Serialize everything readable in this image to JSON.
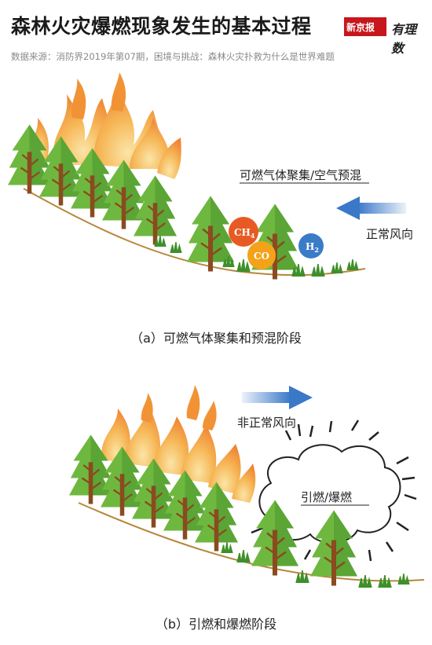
{
  "header": {
    "title": "森林火灾爆燃现象发生的基本过程",
    "logo_box_text": "新京报",
    "logo_script_text": "有理数",
    "source": "数据来源：消防界2019年第07期，困境与挑战：森林火灾扑救为什么是世界难题"
  },
  "panel_a": {
    "label_gas": "可燃气体聚集/空气预混",
    "wind_label": "正常风向",
    "gas_ch4_main": "CH",
    "gas_ch4_sub": "4",
    "gas_co": "CO",
    "gas_h2_main": "H",
    "gas_h2_sub": "2",
    "caption": "（a）可燃气体聚集和预混阶段"
  },
  "panel_b": {
    "wind_label": "非正常风向",
    "burst_label": "引燃/爆燃",
    "caption": "（b）引燃和爆燃阶段"
  },
  "colors": {
    "tree_light": "#6fb83f",
    "tree_dark": "#3f8f2a",
    "trunk": "#8b4a1f",
    "flame_orange": "#f08a24",
    "flame_yellow": "#f9d36b",
    "ground": "#b8873d",
    "ch4": "#e85a24",
    "co": "#f3a21a",
    "h2": "#3a7cc7",
    "arrow_blue": "#3a78c8"
  }
}
